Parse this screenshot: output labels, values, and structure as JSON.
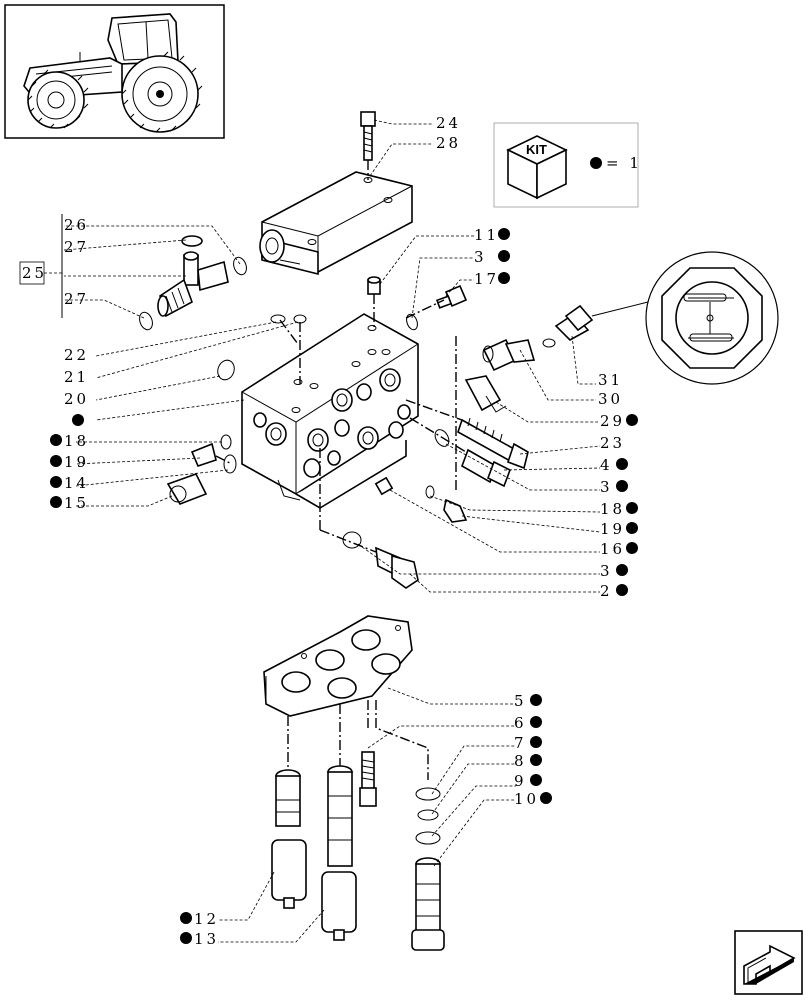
{
  "kit": {
    "box_label": "KIT",
    "legend_value": "= 1"
  },
  "callouts": [
    {
      "label": "24",
      "dot": false
    },
    {
      "label": "28",
      "dot": false
    },
    {
      "label": "26",
      "dot": false
    },
    {
      "label": "27",
      "dot": false
    },
    {
      "label": "25",
      "dot": false
    },
    {
      "label": "27",
      "dot": false
    },
    {
      "label": "11",
      "dot": true
    },
    {
      "label": "3",
      "dot": true
    },
    {
      "label": "17",
      "dot": true
    },
    {
      "label": "22",
      "dot": false
    },
    {
      "label": "21",
      "dot": false
    },
    {
      "label": "20",
      "dot": false
    },
    {
      "label": "",
      "dot": true
    },
    {
      "label": "18",
      "dot": true
    },
    {
      "label": "19",
      "dot": true
    },
    {
      "label": "14",
      "dot": true
    },
    {
      "label": "15",
      "dot": true
    },
    {
      "label": "31",
      "dot": false
    },
    {
      "label": "30",
      "dot": false
    },
    {
      "label": "29",
      "dot": true
    },
    {
      "label": "23",
      "dot": false
    },
    {
      "label": "4",
      "dot": true
    },
    {
      "label": "3",
      "dot": true
    },
    {
      "label": "18",
      "dot": true
    },
    {
      "label": "19",
      "dot": true
    },
    {
      "label": "16",
      "dot": true
    },
    {
      "label": "3",
      "dot": true
    },
    {
      "label": "2",
      "dot": true
    },
    {
      "label": "5",
      "dot": true
    },
    {
      "label": "6",
      "dot": true
    },
    {
      "label": "7",
      "dot": true
    },
    {
      "label": "8",
      "dot": true
    },
    {
      "label": "9",
      "dot": true
    },
    {
      "label": "10",
      "dot": true
    },
    {
      "label": "12",
      "dot": true
    },
    {
      "label": "13",
      "dot": true
    }
  ],
  "icons": {
    "thumbnail": "tractor-icon",
    "kit": "kit-box-icon",
    "navigation": "next-page-arrow-icon"
  }
}
